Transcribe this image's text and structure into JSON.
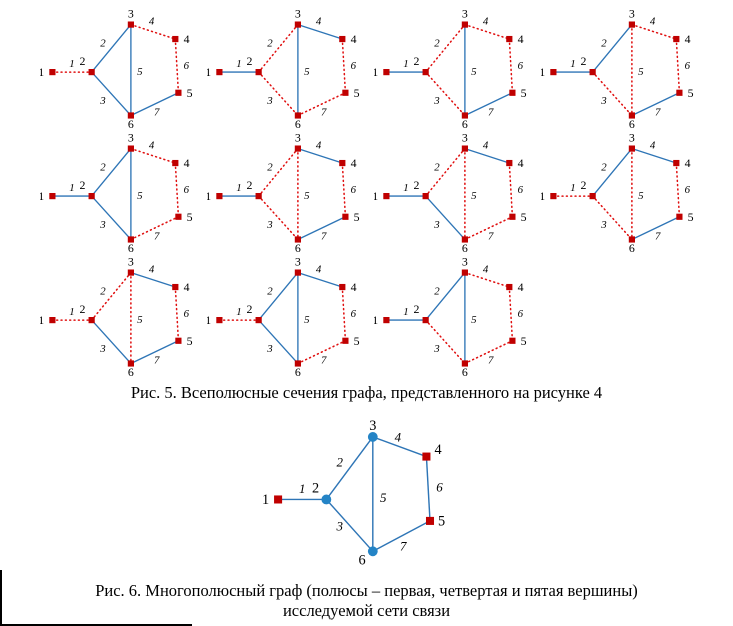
{
  "figure5": {
    "caption": "Рис. 5. Всеполюсные сечения графа, представленного на рисунке 4",
    "columns_per_row": [
      4,
      4,
      3
    ],
    "graphs": [
      {
        "dotted_edges": [
          "1",
          "4",
          "6"
        ]
      },
      {
        "dotted_edges": [
          "2",
          "3",
          "6",
          "7"
        ]
      },
      {
        "dotted_edges": [
          "2",
          "3",
          "4",
          "6"
        ]
      },
      {
        "dotted_edges": [
          "3",
          "4",
          "5",
          "6"
        ]
      },
      {
        "dotted_edges": [
          "4",
          "6",
          "7"
        ]
      },
      {
        "dotted_edges": [
          "2",
          "3",
          "5",
          "6"
        ]
      },
      {
        "dotted_edges": [
          "2",
          "5",
          "6",
          "7"
        ]
      },
      {
        "dotted_edges": [
          "1",
          "3",
          "5",
          "6"
        ]
      },
      {
        "dotted_edges": [
          "1",
          "2",
          "5",
          "6"
        ]
      },
      {
        "dotted_edges": [
          "1",
          "6",
          "7"
        ]
      },
      {
        "dotted_edges": [
          "3",
          "4",
          "6",
          "7"
        ]
      }
    ]
  },
  "figure6": {
    "caption_line1": "Рис. 6. Многополюсный граф (полюсы – первая, четвертая и пятая вершины)",
    "caption_line2": "исследуемой сети связи",
    "pole_vertices": [
      "1",
      "4",
      "5"
    ],
    "circle_vertices": [
      "2",
      "3",
      "6"
    ]
  },
  "graph_model": {
    "vertex_labels": [
      "1",
      "2",
      "3",
      "4",
      "5",
      "6"
    ],
    "edges": [
      {
        "label": "1",
        "from": "1",
        "to": "2"
      },
      {
        "label": "2",
        "from": "2",
        "to": "3"
      },
      {
        "label": "3",
        "from": "2",
        "to": "6"
      },
      {
        "label": "4",
        "from": "3",
        "to": "4"
      },
      {
        "label": "5",
        "from": "3",
        "to": "6"
      },
      {
        "label": "6",
        "from": "4",
        "to": "5"
      },
      {
        "label": "7",
        "from": "6",
        "to": "5"
      }
    ]
  },
  "colors": {
    "solid_edge": "#2e75b6",
    "cut_edge": "#e01010",
    "pole_vertex": "#c00000",
    "inner_vertex": "#2484c6",
    "label": "#000000"
  }
}
